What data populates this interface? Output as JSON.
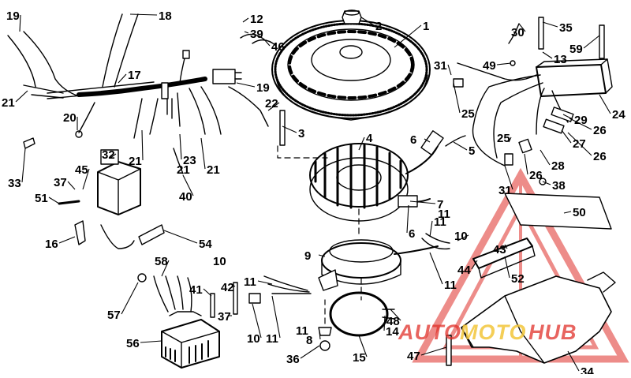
{
  "callouts": [
    "1",
    "2",
    "3",
    "4",
    "5",
    "6",
    "6",
    "7",
    "8",
    "9",
    "10",
    "10",
    "10",
    "11",
    "11",
    "11",
    "11",
    "11",
    "11",
    "12",
    "13",
    "14",
    "15",
    "16",
    "17",
    "18",
    "19",
    "19",
    "20",
    "21",
    "21",
    "21",
    "21",
    "22",
    "23",
    "24",
    "25",
    "25",
    "26",
    "26",
    "26",
    "27",
    "28",
    "29",
    "30",
    "31",
    "31",
    "32",
    "33",
    "34",
    "35",
    "36",
    "37",
    "37",
    "38",
    "39",
    "40",
    "41",
    "42",
    "43",
    "44",
    "45",
    "46",
    "47",
    "48",
    "49",
    "50",
    "51",
    "52",
    "54",
    "56",
    "57",
    "58",
    "59"
  ],
  "watermark": {
    "part1": "AUTO",
    "part2": "MOTO",
    "part3": "HUB",
    "colors": {
      "red": "#e0302a",
      "yellow": "#f2c53a"
    }
  }
}
